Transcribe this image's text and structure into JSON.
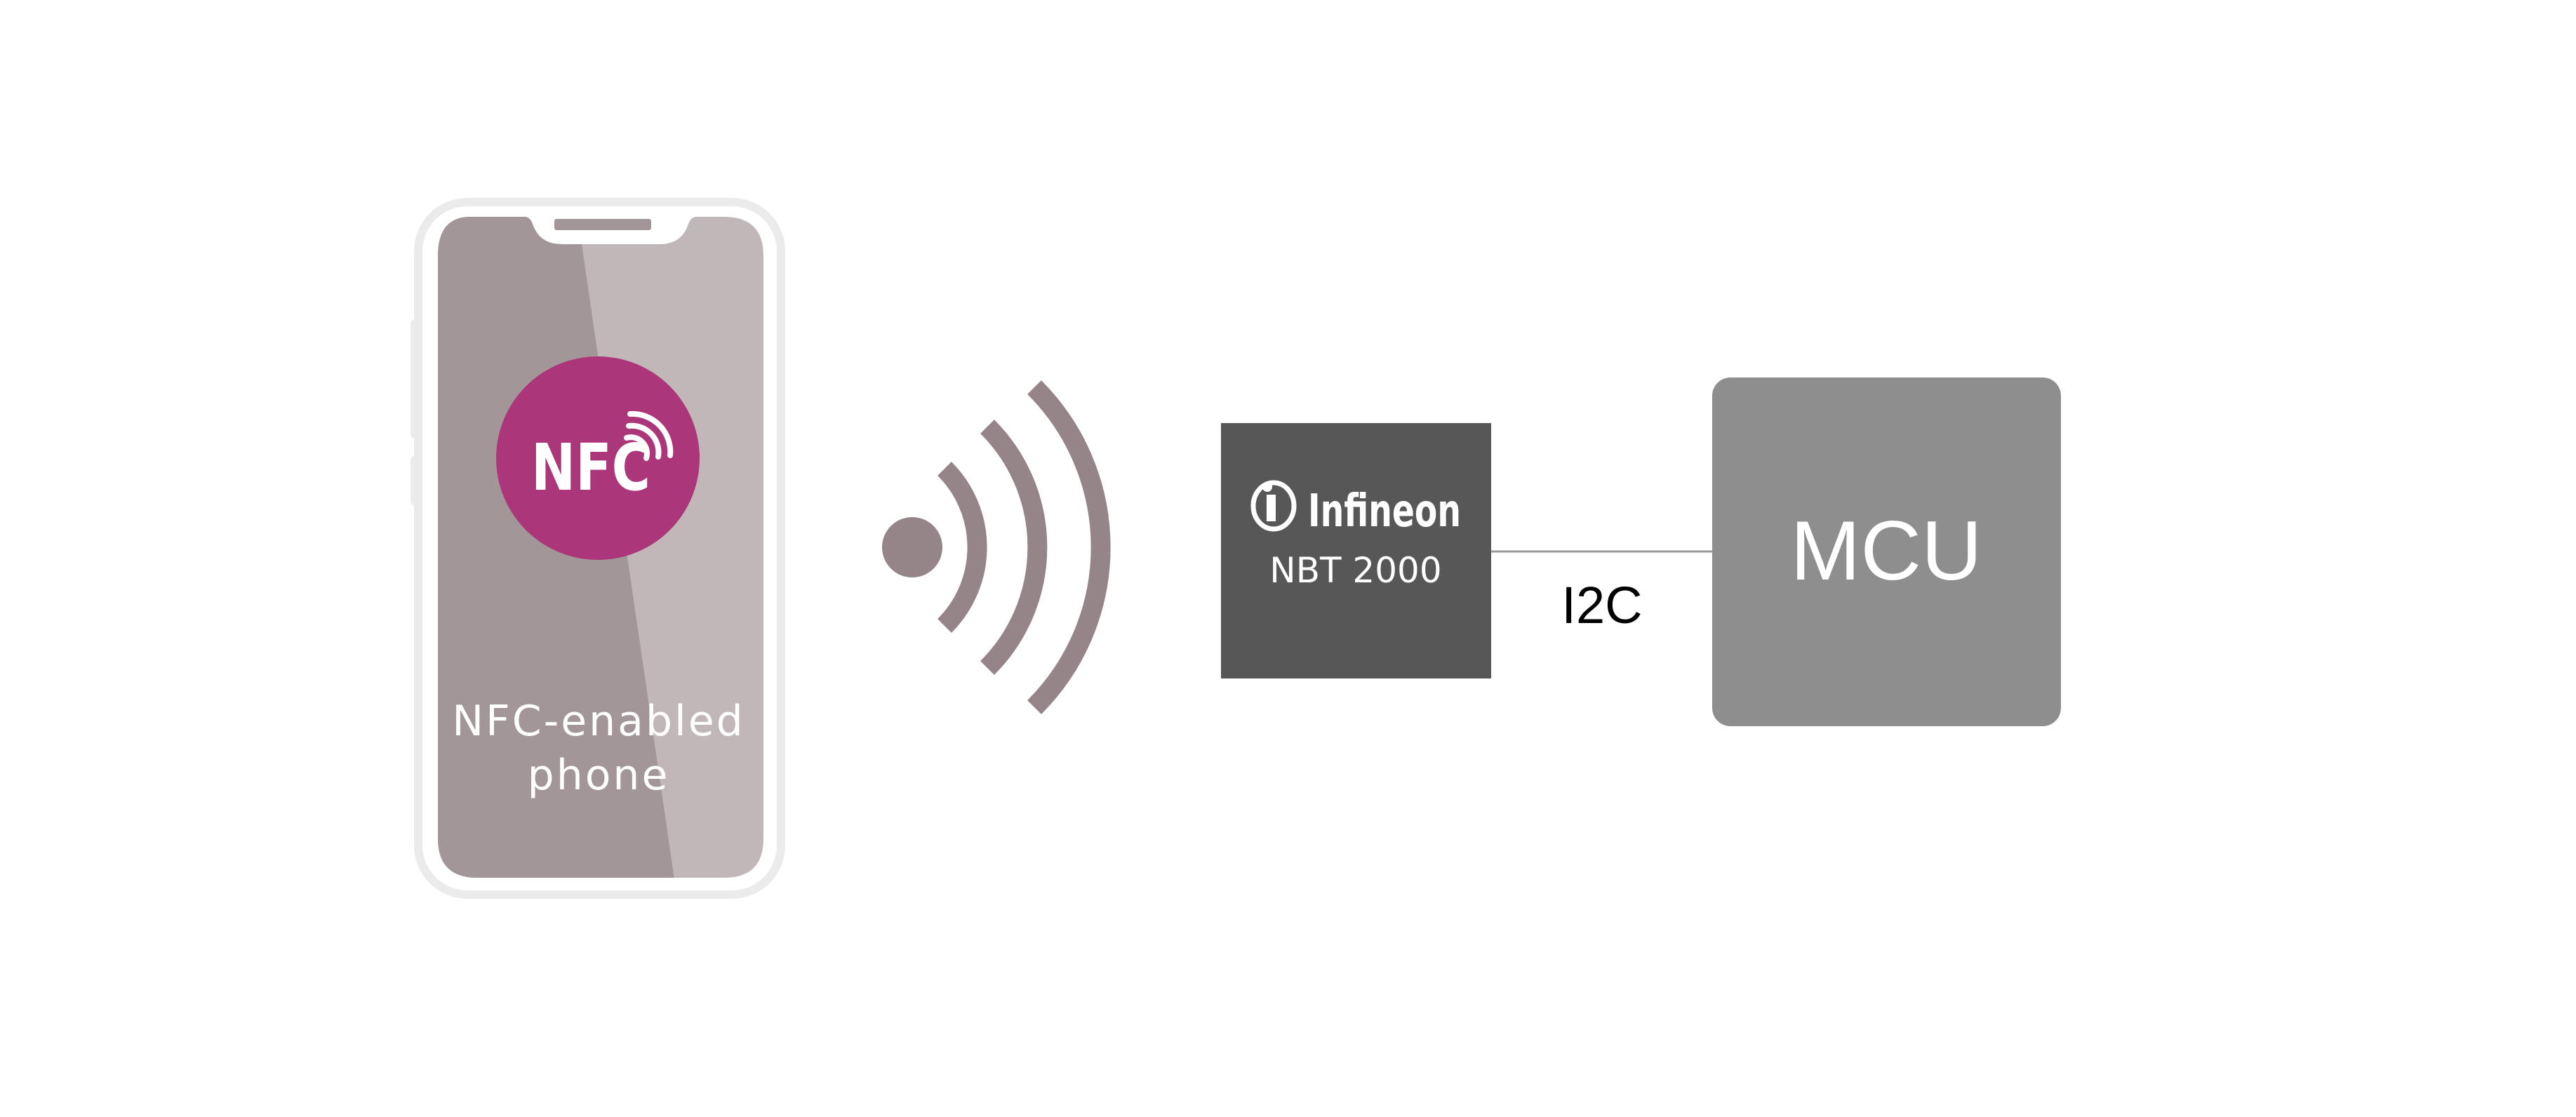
{
  "phone": {
    "badge_label": "NFC",
    "caption_line1": "NFC-enabled",
    "caption_line2": "phone",
    "badge_color": "#ab3679",
    "screen_left_color": "#a29698",
    "screen_right_color": "#c1b7b8",
    "frame_color": "#ebebeb"
  },
  "wireless": {
    "icon": "wireless-signal-icon",
    "color": "#958589"
  },
  "chip": {
    "brand": "Infineon",
    "part_number": "NBT 2000",
    "logo_icon": "infineon-logo-icon",
    "color": "#575757"
  },
  "bus": {
    "label": "I2C",
    "line_color": "#9a9a9a"
  },
  "mcu": {
    "label": "MCU",
    "color": "#8e8e8e"
  }
}
